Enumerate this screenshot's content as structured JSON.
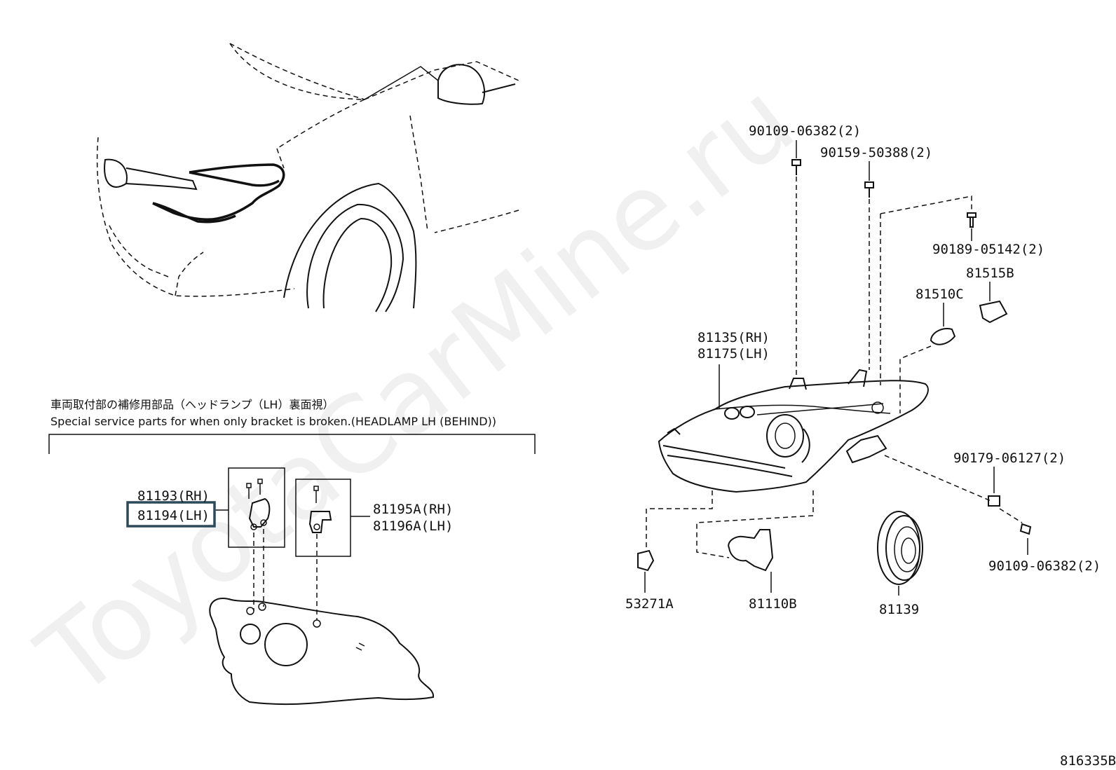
{
  "watermark": "ToyotaCarMine.ru",
  "diagram_id": "816335B",
  "inset": {
    "caption_jp": "車両取付部の補修用部品（ヘッドランプ（LH）裏面視）",
    "caption_en": "Special service parts for when only bracket is broken.(HEADLAMP LH (BEHIND))"
  },
  "parts": {
    "p81193": "81193(RH)",
    "p81194": "81194(LH)",
    "p81195a": "81195A(RH)",
    "p81196a": "81196A(LH)",
    "p90109_top": "90109-06382(2)",
    "p90159": "90159-50388(2)",
    "p90189": "90189-05142(2)",
    "p81515b": "81515B",
    "p81510c": "81510C",
    "p81135": "81135(RH)",
    "p81175": "81175(LH)",
    "p90179": "90179-06127(2)",
    "p90109_bot": "90109-06382(2)",
    "p53271a": "53271A",
    "p81110b": "81110B",
    "p81139": "81139"
  }
}
